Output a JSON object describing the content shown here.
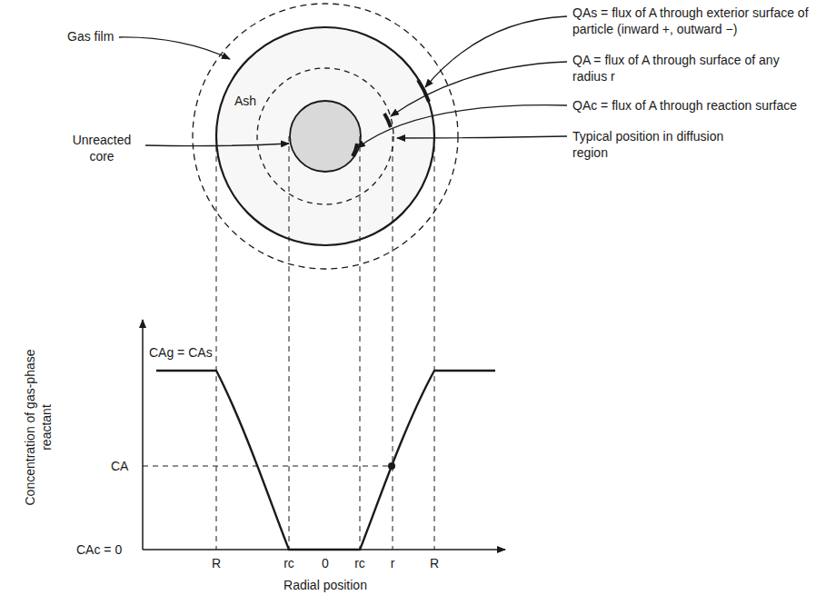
{
  "diagram": {
    "labels": [
      "QAs = flux of A through exterior surface of particle (inward +, outward −)",
      "QA = flux of A through surface of any radius r",
      "QAc = flux of A through reaction surface",
      "Gas film",
      "Ash",
      "Unreacted core",
      "Typical position in diffusion region",
      "Concentration of gas-phase reactant",
      "CAg = CAs",
      "CA",
      "CAc = 0",
      "R",
      "rc",
      "0",
      "rc",
      "r",
      "R",
      "Radial position"
    ]
  }
}
